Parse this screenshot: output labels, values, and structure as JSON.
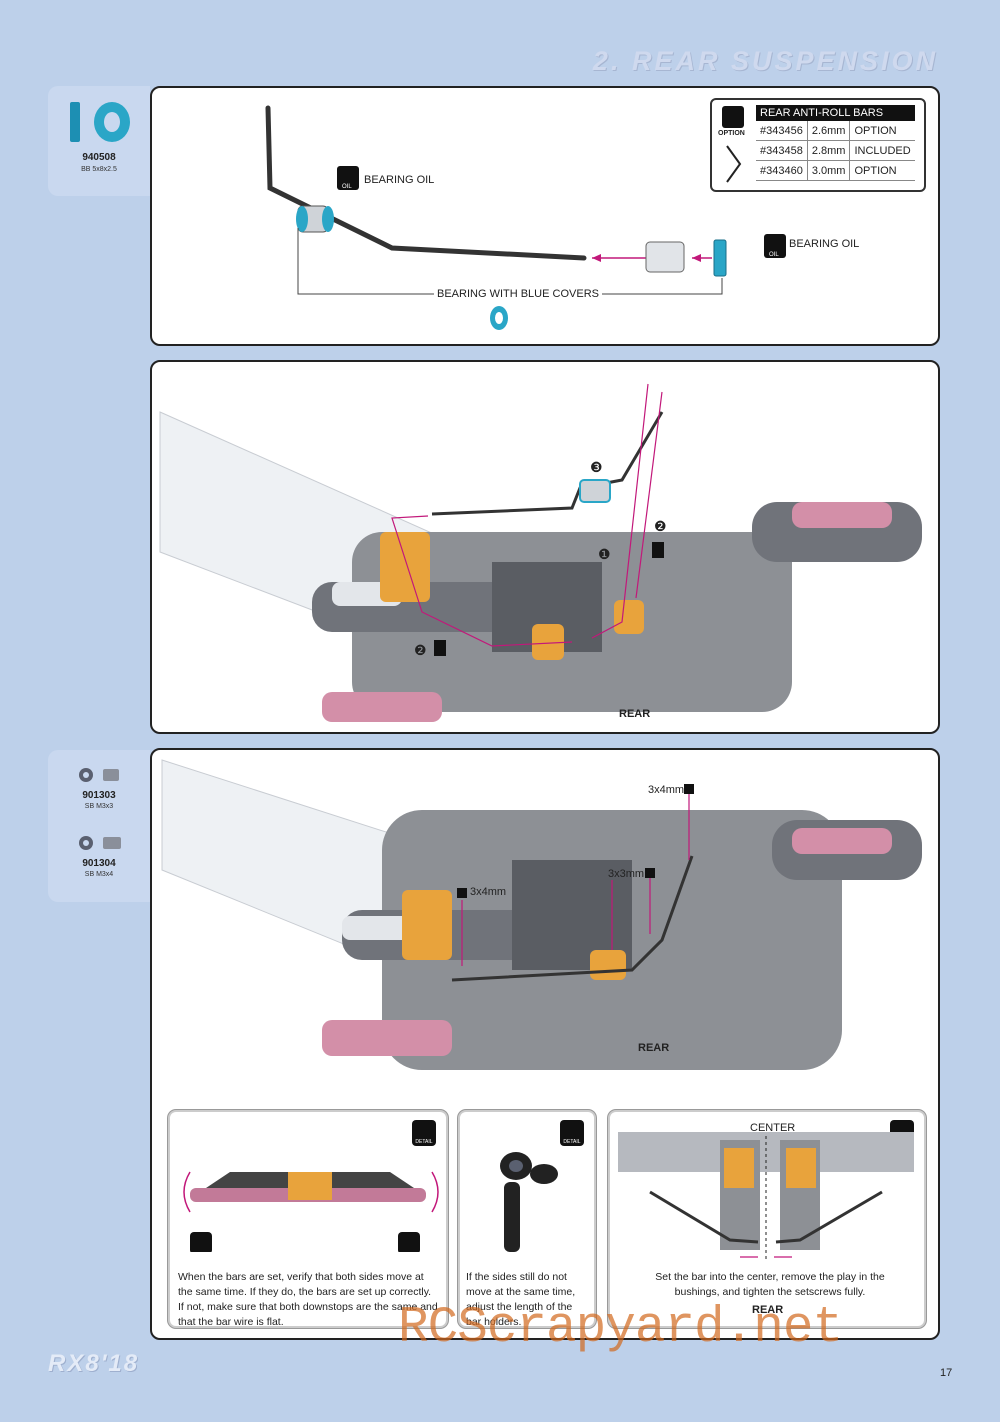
{
  "header": {
    "title": "2. REAR SUSPENSION"
  },
  "parts": [
    {
      "number": "940508",
      "desc": "BB 5x8x2.5"
    },
    {
      "number": "901303",
      "desc": "SB M3x3"
    },
    {
      "number": "901304",
      "desc": "SB M3x4"
    }
  ],
  "step1": {
    "bearing_oil_1": "BEARING OIL",
    "bearing_oil_2": "BEARING OIL",
    "oil_tag": "OIL",
    "bearing_blue": "BEARING WITH BLUE COVERS",
    "option_label": "OPTION",
    "table": {
      "title": "REAR ANTI-ROLL BARS",
      "rows": [
        {
          "part": "#343456",
          "size": "2.6mm",
          "status": "OPTION"
        },
        {
          "part": "#343458",
          "size": "2.8mm",
          "status": "INCLUDED"
        },
        {
          "part": "#343460",
          "size": "3.0mm",
          "status": "OPTION"
        }
      ]
    }
  },
  "step2": {
    "rear": "REAR",
    "callouts": [
      "❶",
      "❷",
      "❷",
      "❸"
    ]
  },
  "step3": {
    "rear": "REAR",
    "screw_a": "3x4mm",
    "screw_b": "3x3mm",
    "screw_c": "3x4mm"
  },
  "details": {
    "icon_text": "DETAIL",
    "d1": "When the bars are set, verify that both sides move at the same time. If they do, the bars are set up correctly. If not, make sure that both downstops are the same and that the bar wire is flat.",
    "d2": "If the sides still do not move at the same time, adjust the length of the bar holders.",
    "d3_center": "CENTER",
    "d3": "Set the bar into the center, remove the play in the bushings, and tighten the setscrews fully.",
    "d3_rear": "REAR"
  },
  "footer": {
    "logo": "RX8'18",
    "page": "17",
    "watermark": "RCScrapyard.net"
  },
  "colors": {
    "background": "#bdd0ea",
    "accent_orange": "#e8a33c",
    "accent_pink": "#c2187a",
    "bearing_blue": "#2aa6c7"
  }
}
